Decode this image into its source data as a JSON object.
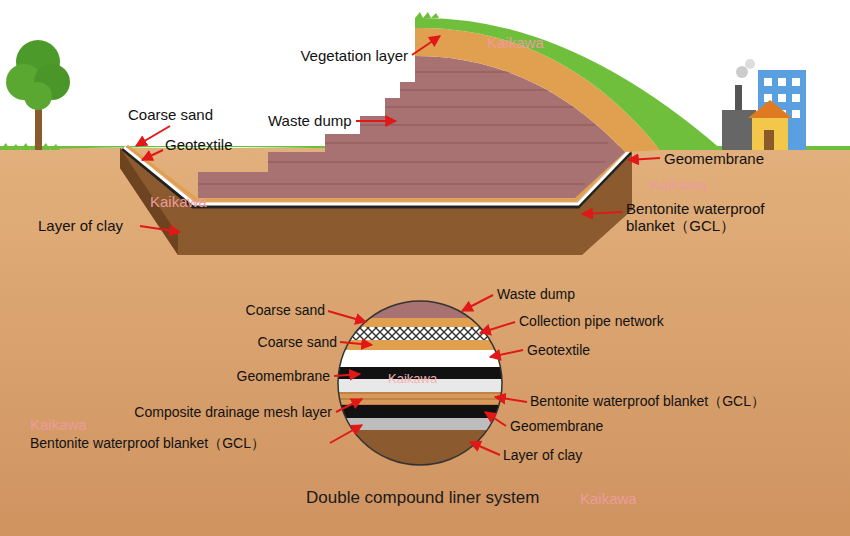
{
  "diagram": {
    "caption": "Double compound liner system",
    "labels": [
      "Vegetation layer",
      "Kaikawa",
      "Coarse sand",
      "Waste dump",
      "Geotextile",
      "Geomembrane",
      "Kaikawa",
      "Kaikawa",
      "Layer of clay",
      "Bentonite waterproof blanket（GCL）",
      "Coarse sand",
      "Waste dump",
      "Coarse sand",
      "Collection pipe network",
      "Geotextile",
      "Geomembrane",
      "Kaikawa",
      "Bentonite waterproof blanket（GCL）",
      "Composite drainage mesh layer",
      "Geomembrane",
      "Kaikawa",
      "Bentonite waterproof blanket（GCL）",
      "Layer of clay",
      "Kaikawa"
    ]
  }
}
